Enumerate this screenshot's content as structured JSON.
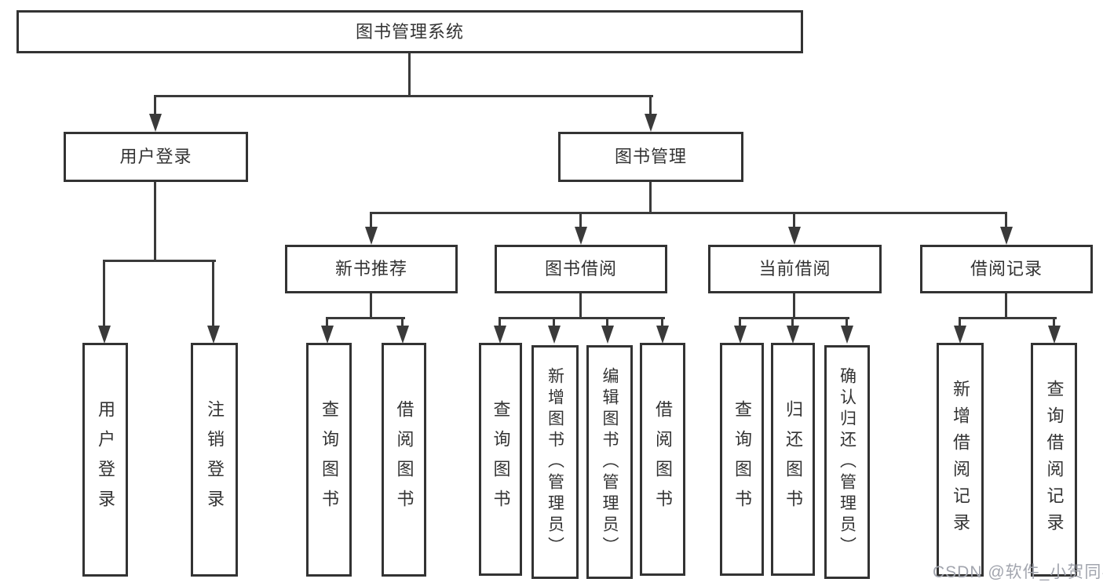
{
  "tree": {
    "label": "图书管理系统",
    "children": [
      {
        "label": "用户登录",
        "children": [
          {
            "label": "用户登录"
          },
          {
            "label": "注销登录"
          }
        ]
      },
      {
        "label": "图书管理",
        "children": [
          {
            "label": "新书推荐",
            "children": [
              {
                "label": "查询图书"
              },
              {
                "label": "借阅图书"
              }
            ]
          },
          {
            "label": "图书借阅",
            "children": [
              {
                "label": "查询图书"
              },
              {
                "label": "新增图书（管理员）"
              },
              {
                "label": "编辑图书（管理员）"
              },
              {
                "label": "借阅图书"
              }
            ]
          },
          {
            "label": "当前借阅",
            "children": [
              {
                "label": "查询图书"
              },
              {
                "label": "归还图书"
              },
              {
                "label": "确认归还（管理员）"
              }
            ]
          },
          {
            "label": "借阅记录",
            "children": [
              {
                "label": "新增借阅记录"
              },
              {
                "label": "查询借阅记录"
              }
            ]
          }
        ]
      }
    ]
  },
  "watermark": {
    "text": "CSDN @软件_小贺同学"
  },
  "colors": {
    "line": "#3a3a3a",
    "border": "#333333",
    "text": "#333333",
    "watermark": "#a2a5ae",
    "background": "#ffffff"
  }
}
